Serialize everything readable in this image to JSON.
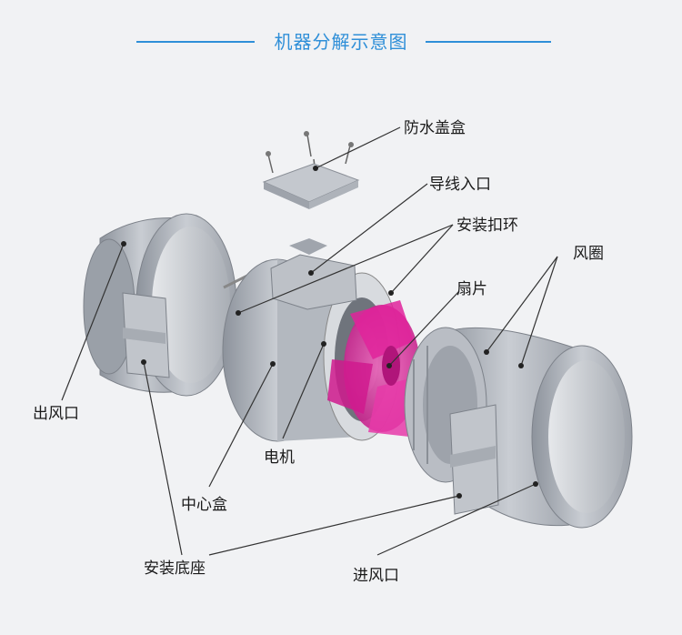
{
  "title": "机器分解示意图",
  "colors": {
    "accent": "#2f8fd8",
    "fan_blade": "#e0239b",
    "metal": "#b9bdc4",
    "line": "#333333"
  },
  "labels": {
    "cover": "防水盖盒",
    "wire_entry": "导线入口",
    "clip_ring": "安装扣环",
    "fan_blade": "扇片",
    "wind_ring": "风圈",
    "outlet": "出风口",
    "motor": "电机",
    "center_box": "中心盒",
    "mount_base": "安装底座",
    "inlet": "进风口"
  }
}
